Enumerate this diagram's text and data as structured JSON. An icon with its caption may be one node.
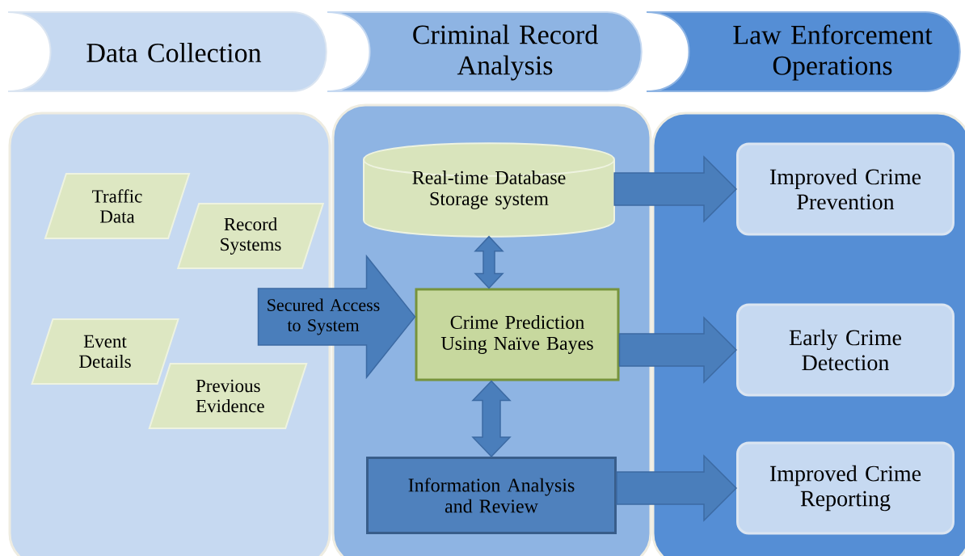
{
  "diagram": {
    "nodes": [
      {
        "text": [
          "Data Collection"
        ]
      },
      {
        "text": [
          "Criminal Record Analysis"
        ]
      },
      {
        "text": [
          "Law Enforcement Operations"
        ]
      },
      {
        "text": [],
        "shape": "box"
      },
      {
        "text": [],
        "shape": "box"
      },
      {
        "text": [],
        "shape": "box"
      },
      {
        "text": [
          "Traffic Data"
        ],
        "in": 3
      },
      {
        "text": [
          "Record Systems"
        ],
        "in": 3
      },
      {
        "text": [
          "Event Details"
        ],
        "in": 3
      },
      {
        "text": [
          "Previous Evidence"
        ],
        "in": 3
      },
      {
        "text": [
          "Real-time Database Storage system"
        ],
        "in": 4
      },
      {
        "text": [
          "Crime Prediction Using Naïve Bayes"
        ],
        "in": 4
      },
      {
        "text": [
          "Information Analysis and Review"
        ],
        "in": 4
      },
      {
        "text": [
          "Improved Crime Prevention"
        ],
        "in": 5
      },
      {
        "text": [
          "Early Crime Detection"
        ],
        "in": 5
      },
      {
        "text": [
          "Improved Crime Reporting"
        ],
        "in": 5
      }
    ],
    "edges": [
      {
        "from": 3,
        "to": 11,
        "arrow": "to",
        "label": "Secured Access to System",
        "style": "thick"
      },
      {
        "from": 10,
        "to": 11,
        "arrow": "both"
      },
      {
        "from": 11,
        "to": 12,
        "arrow": "both"
      },
      {
        "from": 10,
        "to": 13,
        "arrow": "to"
      },
      {
        "from": 11,
        "to": 14,
        "arrow": "to"
      },
      {
        "from": 12,
        "to": 15,
        "arrow": "to"
      }
    ]
  }
}
